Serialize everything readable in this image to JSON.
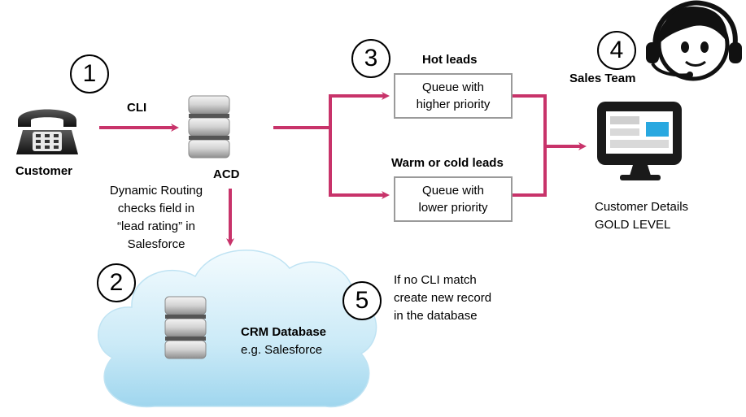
{
  "customer": {
    "label": "Customer"
  },
  "cli": {
    "label": "CLI"
  },
  "acd": {
    "label": "ACD"
  },
  "routing_note": [
    "Dynamic Routing",
    "checks field in",
    "“lead rating” in",
    "Salesforce"
  ],
  "crm": {
    "title": "CRM Database",
    "subtitle": "e.g. Salesforce"
  },
  "hot_leads": {
    "label": "Hot leads",
    "queue": [
      "Queue with",
      "higher priority"
    ]
  },
  "warm_cold_leads": {
    "label": "Warm or cold leads",
    "queue": [
      "Queue with",
      "lower priority"
    ]
  },
  "sales_team": {
    "label": "Sales Team"
  },
  "customer_details": [
    "Customer Details",
    "GOLD LEVEL"
  ],
  "no_match_note": [
    "If no CLI match",
    "create new record",
    "in the database"
  ],
  "steps": [
    "1",
    "2",
    "3",
    "4",
    "5"
  ],
  "colors": {
    "arrow": "#c8336a",
    "cloud_top": "#e8f6fc",
    "cloud_bottom": "#9fd6ee",
    "screen_accent": "#29a8e0"
  },
  "icons": [
    "telephone-icon",
    "server-icon",
    "database-icon",
    "cloud-icon",
    "monitor-icon",
    "headset-agent-icon"
  ]
}
